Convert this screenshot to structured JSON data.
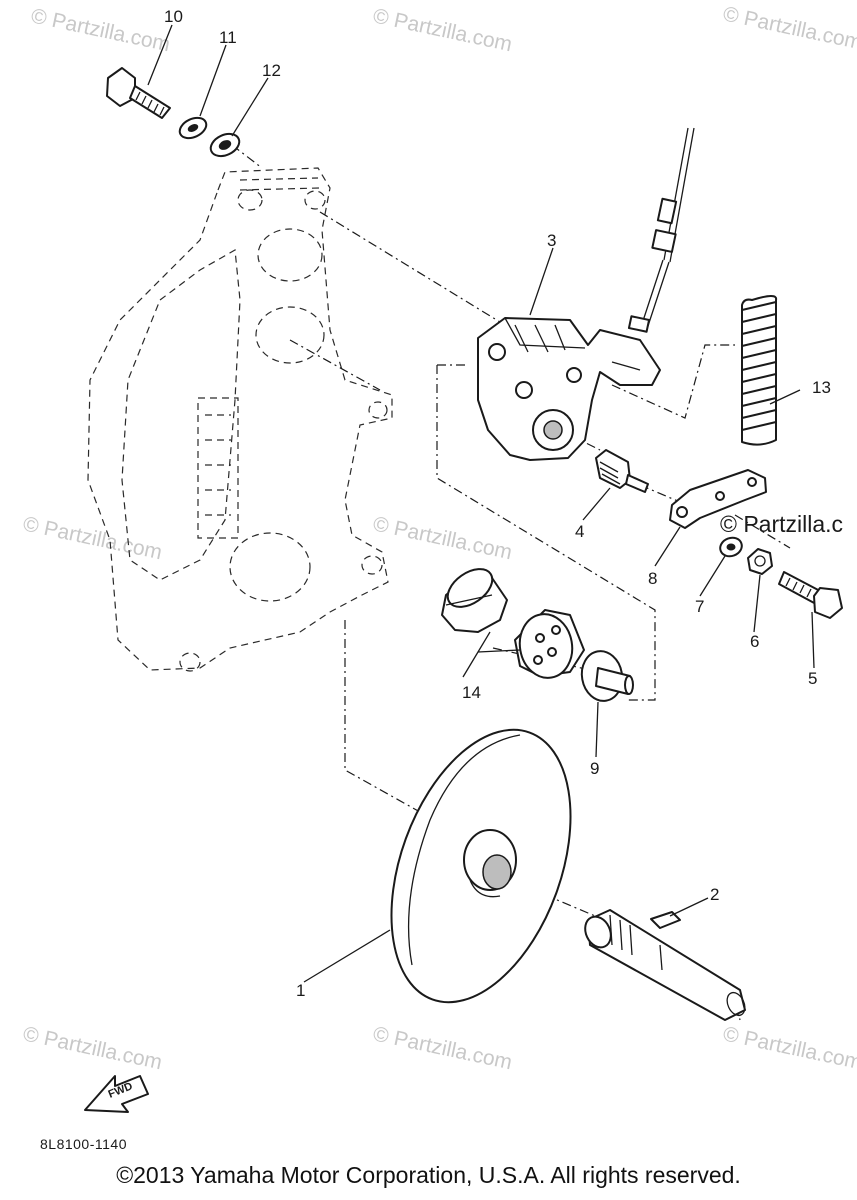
{
  "diagram": {
    "callouts": {
      "c1": "1",
      "c2": "2",
      "c3": "3",
      "c4": "4",
      "c5": "5",
      "c6": "6",
      "c7": "7",
      "c8": "8",
      "c9": "9",
      "c10": "10",
      "c11": "11",
      "c12": "12",
      "c13": "13",
      "c14": "14"
    },
    "watermark": "© Partzilla.com",
    "watermark_partial": "© Partzilla.c",
    "fwd_label": "FWD",
    "code": "8L8100-1140"
  },
  "footer": {
    "copyright": "©2013 Yamaha Motor Corporation, U.S.A. All rights reserved."
  }
}
